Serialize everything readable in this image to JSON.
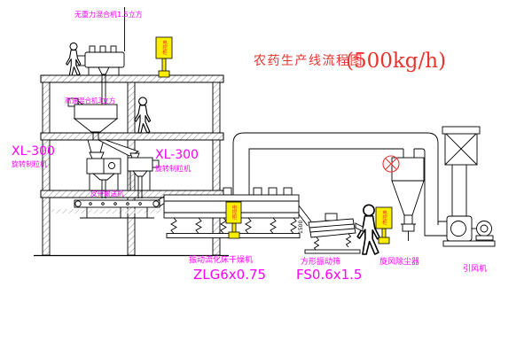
{
  "title": {
    "main": "农药生产线流程图",
    "capacity": "(500kg/h)"
  },
  "labels": {
    "gravity_mixer": "无重力混合机1.5立方",
    "high_speed_mixer": "高速混合机3立方",
    "granulator_left_model": "XL-300",
    "granulator_left_name": "旋转制粒机",
    "granulator_mid_model": "XL-300",
    "granulator_mid_name": "旋转制粒机",
    "belt_conveyor": "皮带输送机",
    "dryer_name": "振动流化床干燥机",
    "dryer_model": "ZLG6x0.75",
    "screen_name": "方形振动筛",
    "screen_model": "FS0.6x1.5",
    "cyclone": "旋风除尘器",
    "fan": "引风机",
    "panel_text": "电控柜",
    "dim_note": "1500"
  },
  "colors": {
    "line": "#000000",
    "magenta": "#ff00ff",
    "title_red": "#e8342e",
    "panel_yellow": "#f8ee00",
    "hatch_gray": "#909090",
    "background": "#ffffff"
  },
  "figures": {
    "people": 3,
    "control_panels": 3
  }
}
